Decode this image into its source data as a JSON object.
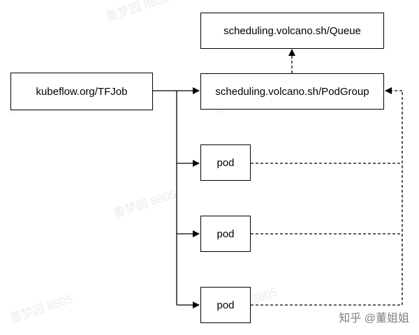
{
  "nodes": {
    "queue": "scheduling.volcano.sh/Queue",
    "tfjob": "kubeflow.org/TFJob",
    "podgroup": "scheduling.volcano.sh/PodGroup",
    "pods": [
      "pod",
      "pod",
      "pod"
    ]
  },
  "watermark": "董梦园 8805",
  "credit": "知乎 @董姐姐"
}
